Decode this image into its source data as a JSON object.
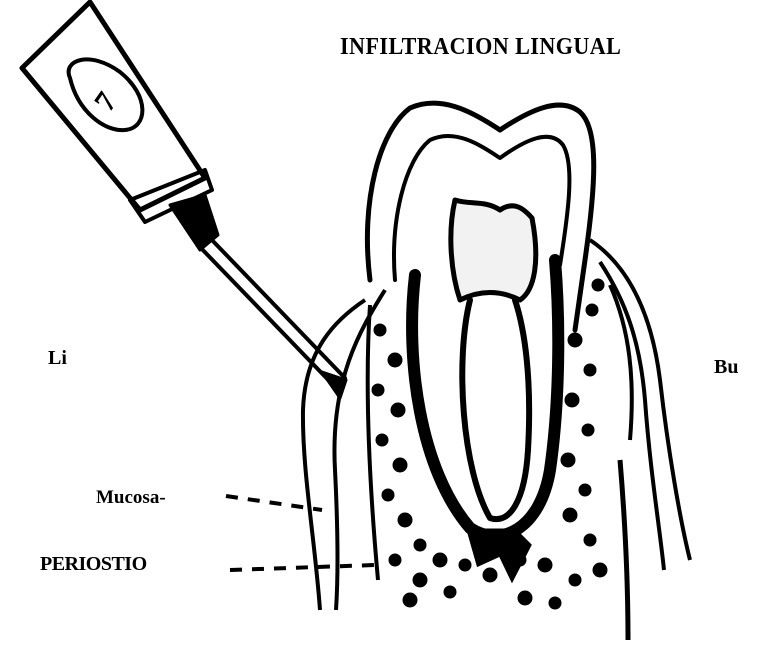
{
  "title": "INFILTRACION LINGUAL",
  "side_labels": {
    "left": "Li",
    "right": "Bu"
  },
  "tissue_labels": {
    "mucosa": "Mucosa-",
    "periostio": "PERIOSTIO"
  },
  "syringe_marking": "7"
}
